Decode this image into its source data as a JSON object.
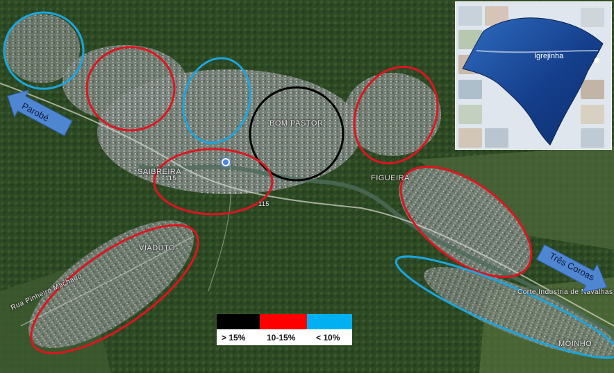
{
  "map": {
    "place_labels": {
      "bom_pastor": "BOM PASTOR",
      "saibreira": "SAIBREIRA",
      "figueira": "FIGUEIRA",
      "viaduto": "VIADUTO",
      "moinho": "MOINHO",
      "road_115_a": "115",
      "road_115_b": "115",
      "street_sw": "Rua Pinheiro Machado",
      "industry": "Corte Industria de Navalhas"
    },
    "arrows": {
      "parobe": "Parobé",
      "tres_coroas": "Três Coroas"
    },
    "inset": {
      "city_label": "Igrejinha"
    },
    "legend": {
      "items": [
        {
          "label": "> 15%",
          "color": "#000000"
        },
        {
          "label": "10-15%",
          "color": "#ff0000"
        },
        {
          "label": "< 10%",
          "color": "#00b0f0"
        }
      ]
    },
    "colors": {
      "high": "#000000",
      "medium": "#e0141e",
      "low": "#1aa6e0",
      "arrow_fill": "#4f86d2",
      "state_fill": "#1a4d9c"
    }
  }
}
